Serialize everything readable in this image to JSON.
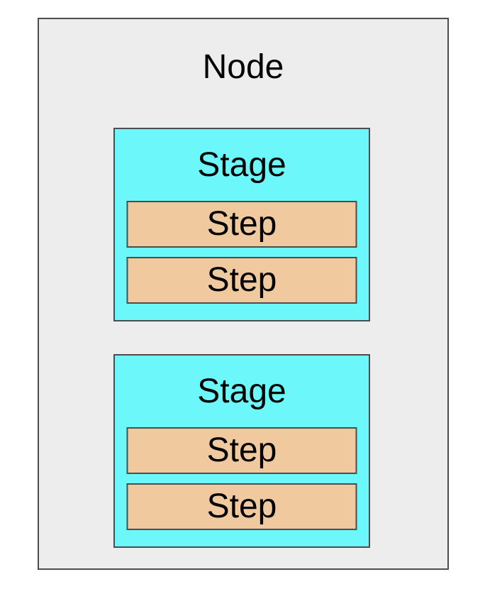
{
  "colors": {
    "page_bg": "#ffffff",
    "node_fill": "#ededed",
    "stage_fill": "#6cf8fb",
    "step_fill": "#f0ca9e",
    "border": "#4d4d4d",
    "text": "#000000"
  },
  "node": {
    "label": "Node",
    "stages": [
      {
        "label": "Stage",
        "steps": [
          {
            "label": "Step"
          },
          {
            "label": "Step"
          }
        ]
      },
      {
        "label": "Stage",
        "steps": [
          {
            "label": "Step"
          },
          {
            "label": "Step"
          }
        ]
      }
    ]
  }
}
